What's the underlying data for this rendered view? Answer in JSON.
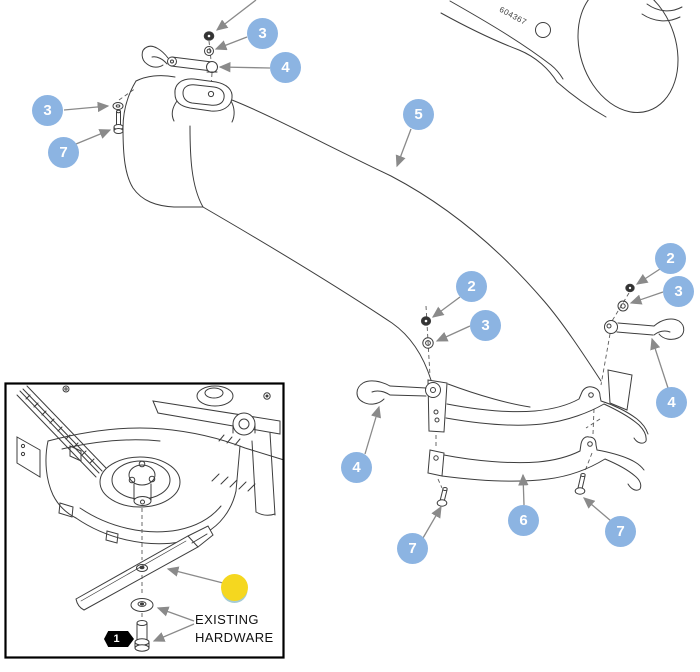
{
  "diagram": {
    "part_number_label": "604367",
    "callouts": [
      {
        "id": "3-top",
        "label": "3"
      },
      {
        "id": "4-top",
        "label": "4"
      },
      {
        "id": "3-left",
        "label": "3"
      },
      {
        "id": "7-left",
        "label": "7"
      },
      {
        "id": "5-chute",
        "label": "5"
      },
      {
        "id": "2-middle",
        "label": "2"
      },
      {
        "id": "3-middle",
        "label": "3"
      },
      {
        "id": "2-right",
        "label": "2"
      },
      {
        "id": "3-right",
        "label": "3"
      },
      {
        "id": "4-right",
        "label": "4"
      },
      {
        "id": "4-lower-left",
        "label": "4"
      },
      {
        "id": "6-lower",
        "label": "6"
      },
      {
        "id": "7-lower-left",
        "label": "7"
      },
      {
        "id": "7-lower-right",
        "label": "7"
      }
    ],
    "inset": {
      "step_number": "1",
      "note_line1": "EXISTING",
      "note_line2": "HARDWARE"
    },
    "colors": {
      "callout_blue": "#8CB4E2",
      "highlight_yellow": "#F5D71F",
      "line_dark": "#3D3D3D",
      "arrow_gray": "#8A8A8A"
    }
  }
}
